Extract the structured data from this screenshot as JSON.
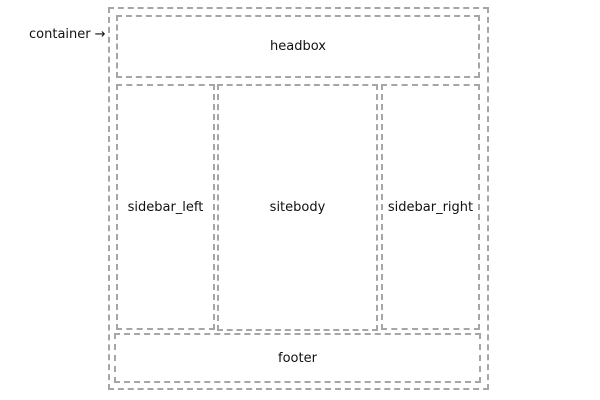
{
  "diagram": {
    "container_label": "container",
    "arrow_glyph": "→",
    "border_color": "#a6a6a6",
    "boxes": {
      "headbox": "headbox",
      "sidebar_left": "sidebar_left",
      "sitebody": "sitebody",
      "sidebar_right": "sidebar_right",
      "footer": "footer"
    }
  }
}
